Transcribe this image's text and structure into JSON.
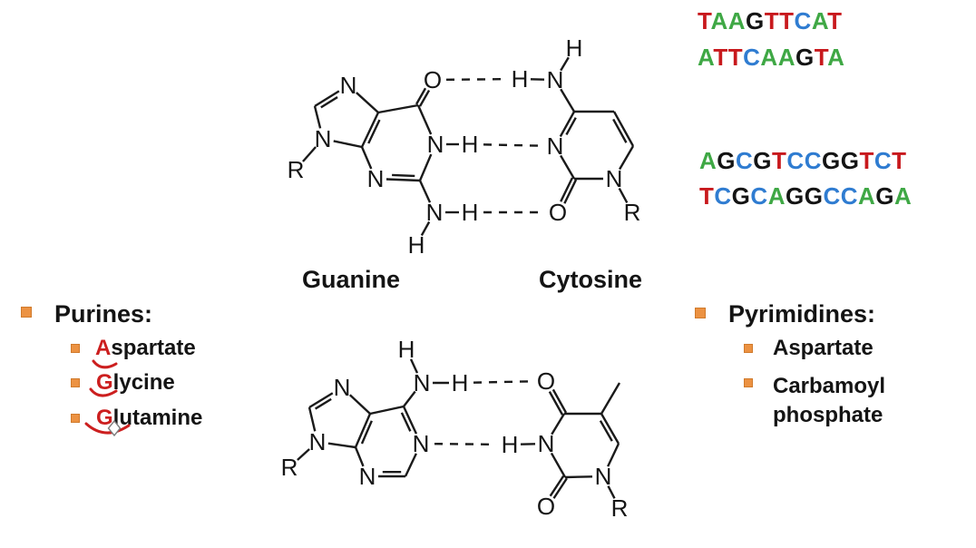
{
  "slide": {
    "sequences": {
      "rows": [
        {
          "text": "TAAGTTCAT"
        },
        {
          "text": "ATTCAAGTA"
        },
        {
          "text": "AGCGTCCGGTCT"
        },
        {
          "text": "TCGCAGGCCAGA"
        }
      ],
      "base_colors": {
        "A": "#3FA845",
        "T": "#C8191D",
        "C": "#2F7CD1",
        "G": "#141414"
      }
    },
    "labels": {
      "guanine": "Guanine",
      "cytosine": "Cytosine"
    },
    "purines": {
      "title": "Purines:",
      "items": [
        {
          "lead": "A",
          "rest": "spartate"
        },
        {
          "lead": "G",
          "rest": "lycine"
        },
        {
          "lead": "G",
          "rest": "lutamine"
        }
      ]
    },
    "pyrimidines": {
      "title": "Pyrimidines:",
      "items": [
        {
          "lines": [
            "Aspartate"
          ]
        },
        {
          "lines": [
            "Carbamoyl",
            "phosphate"
          ]
        }
      ]
    },
    "bullet_color": "#EC9242",
    "highlight_color": "#CC1F1F",
    "structure_stroke": "#1a1a1a",
    "molecules": {
      "guanine_cytosine": {
        "atoms": [
          [
            "N",
            384,
            94
          ],
          [
            "",
            347,
            117
          ],
          [
            "N",
            356,
            153
          ],
          [
            "",
            399,
            162
          ],
          [
            "",
            417,
            124
          ],
          [
            "",
            461,
            116
          ],
          [
            "O",
            477,
            88
          ],
          [
            "N",
            480,
            159
          ],
          [
            "H",
            518,
            159
          ],
          [
            "",
            463,
            199
          ],
          [
            "N",
            414,
            197
          ],
          [
            "N",
            479,
            234
          ],
          [
            "H",
            518,
            234
          ],
          [
            "H",
            459,
            270
          ],
          [
            "R",
            326,
            187
          ],
          [
            "H",
            633,
            53
          ],
          [
            "N",
            612,
            88
          ],
          [
            "H",
            573,
            87
          ],
          [
            "",
            633,
            123
          ],
          [
            "",
            677,
            123
          ],
          [
            "",
            698,
            161
          ],
          [
            "N",
            677,
            197
          ],
          [
            "",
            633,
            197
          ],
          [
            "N",
            612,
            161
          ],
          [
            "O",
            615,
            234
          ],
          [
            "R",
            697,
            234
          ]
        ],
        "bonds": [
          [
            0,
            1,
            "di",
            -1
          ],
          [
            1,
            2,
            "s"
          ],
          [
            2,
            3,
            "s"
          ],
          [
            3,
            4,
            "di",
            1
          ],
          [
            4,
            0,
            "s"
          ],
          [
            4,
            5,
            "s"
          ],
          [
            5,
            6,
            "d2"
          ],
          [
            5,
            7,
            "s"
          ],
          [
            7,
            8,
            "s"
          ],
          [
            7,
            9,
            "s"
          ],
          [
            9,
            10,
            "di",
            1
          ],
          [
            10,
            3,
            "s"
          ],
          [
            9,
            11,
            "s"
          ],
          [
            11,
            12,
            "s"
          ],
          [
            11,
            13,
            "s"
          ],
          [
            2,
            14,
            "s"
          ],
          [
            16,
            15,
            "s"
          ],
          [
            16,
            17,
            "s"
          ],
          [
            16,
            18,
            "s"
          ],
          [
            18,
            19,
            "s"
          ],
          [
            19,
            20,
            "di",
            1
          ],
          [
            20,
            21,
            "s"
          ],
          [
            21,
            22,
            "s"
          ],
          [
            22,
            23,
            "s"
          ],
          [
            23,
            18,
            "di",
            1
          ],
          [
            22,
            24,
            "d2"
          ],
          [
            21,
            25,
            "s"
          ],
          [
            6,
            17,
            "dash"
          ],
          [
            8,
            23,
            "dash"
          ],
          [
            12,
            24,
            "dash"
          ]
        ]
      },
      "adenine_thymine": {
        "atoms": [
          [
            "N",
            377,
            427
          ],
          [
            "",
            341,
            449
          ],
          [
            "N",
            350,
            487
          ],
          [
            "",
            392,
            493
          ],
          [
            "",
            408,
            456
          ],
          [
            "",
            445,
            448
          ],
          [
            "N",
            465,
            422
          ],
          [
            "H",
            448,
            385
          ],
          [
            "H",
            507,
            422
          ],
          [
            "N",
            464,
            489
          ],
          [
            "",
            447,
            525
          ],
          [
            "N",
            405,
            525
          ],
          [
            "R",
            319,
            515
          ],
          [
            "O",
            602,
            420
          ],
          [
            "",
            622,
            456
          ],
          [
            "",
            663,
            456
          ],
          [
            "",
            683,
            422
          ],
          [
            "",
            682,
            489
          ],
          [
            "N",
            665,
            525
          ],
          [
            "R",
            683,
            560
          ],
          [
            "",
            623,
            526
          ],
          [
            "O",
            602,
            558
          ],
          [
            "N",
            602,
            489
          ],
          [
            "H",
            562,
            490
          ]
        ],
        "bonds": [
          [
            0,
            1,
            "di",
            -1
          ],
          [
            1,
            2,
            "s"
          ],
          [
            2,
            3,
            "s"
          ],
          [
            3,
            4,
            "di",
            1
          ],
          [
            4,
            0,
            "s"
          ],
          [
            4,
            5,
            "s"
          ],
          [
            5,
            6,
            "s"
          ],
          [
            6,
            7,
            "s"
          ],
          [
            6,
            8,
            "s"
          ],
          [
            5,
            9,
            "di",
            1
          ],
          [
            9,
            10,
            "s"
          ],
          [
            10,
            11,
            "di",
            1
          ],
          [
            11,
            3,
            "s"
          ],
          [
            2,
            12,
            "s"
          ],
          [
            13,
            14,
            "d2"
          ],
          [
            14,
            15,
            "s"
          ],
          [
            15,
            16,
            "s"
          ],
          [
            15,
            17,
            "di",
            1
          ],
          [
            17,
            18,
            "s"
          ],
          [
            18,
            19,
            "s"
          ],
          [
            18,
            20,
            "s"
          ],
          [
            20,
            21,
            "d2"
          ],
          [
            20,
            22,
            "s"
          ],
          [
            22,
            14,
            "s"
          ],
          [
            22,
            23,
            "s"
          ],
          [
            8,
            13,
            "dash"
          ],
          [
            9,
            23,
            "dash"
          ]
        ]
      }
    }
  }
}
